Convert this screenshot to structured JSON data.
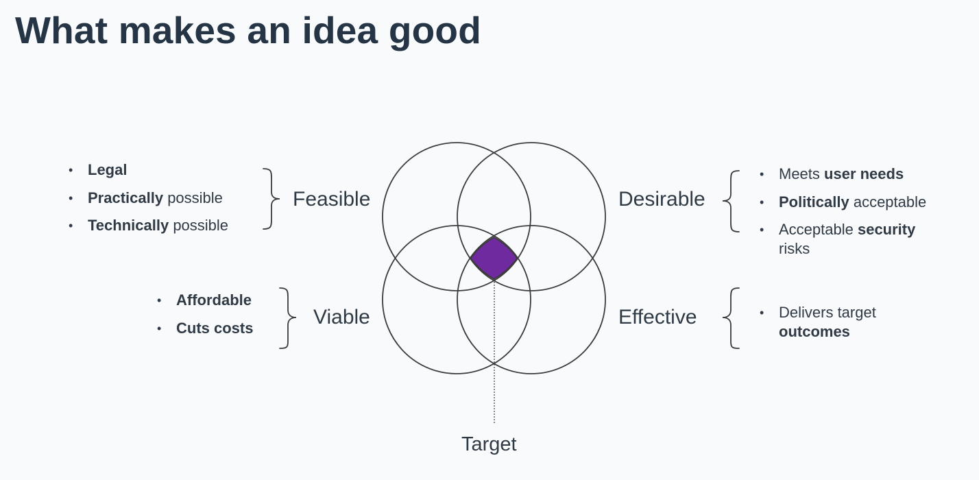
{
  "title": "What makes an idea good",
  "colors": {
    "background": "#f9fafc",
    "title": "#253545",
    "text": "#2f3a45",
    "circle_stroke": "#3b3b3b",
    "target_fill": "#6f2aa0"
  },
  "circles": [
    {
      "name": "Feasible",
      "label": "Feasible",
      "bullets": [
        {
          "bold": "Legal",
          "rest": ""
        },
        {
          "bold": "Practically",
          "rest": " possible"
        },
        {
          "bold": "Technically",
          "rest": " possible"
        }
      ]
    },
    {
      "name": "Desirable",
      "label": "Desirable",
      "bullets": [
        {
          "pre": "Meets ",
          "bold": "user needs",
          "rest": ""
        },
        {
          "pre": "",
          "bold": "Politically",
          "rest": " acceptable"
        },
        {
          "pre": "Acceptable ",
          "bold": "security",
          "rest": " risks"
        }
      ]
    },
    {
      "name": "Viable",
      "label": "Viable",
      "bullets": [
        {
          "bold": "Affordable",
          "rest": ""
        },
        {
          "bold": "Cuts costs",
          "rest": ""
        }
      ]
    },
    {
      "name": "Effective",
      "label": "Effective",
      "bullets": [
        {
          "pre": "Delivers target ",
          "bold": "outcomes",
          "rest": ""
        }
      ]
    }
  ],
  "target_label": "Target"
}
